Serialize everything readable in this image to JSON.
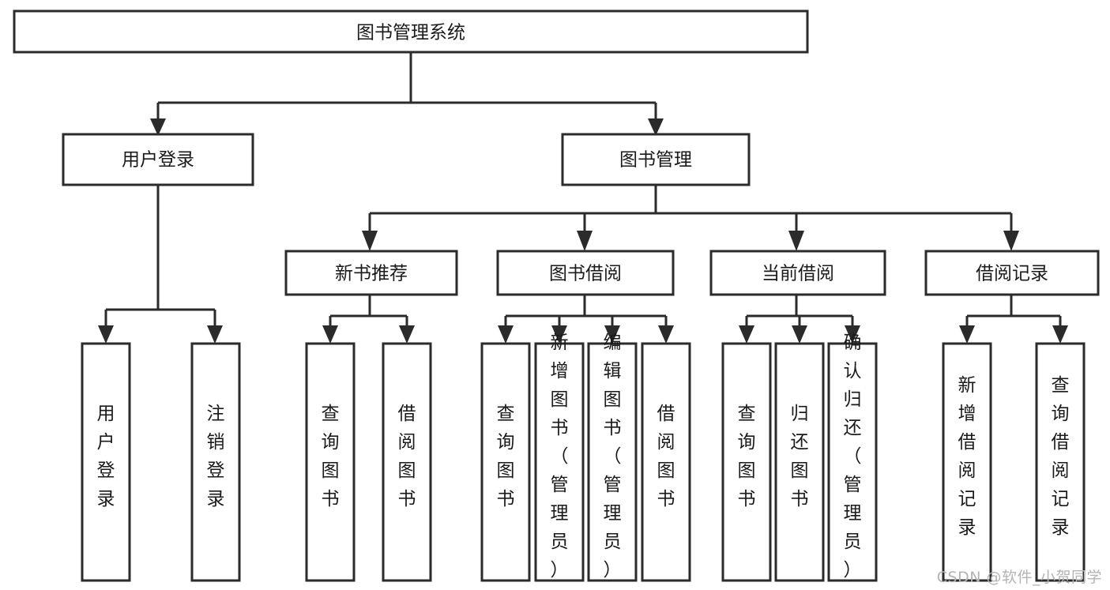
{
  "diagram": {
    "type": "tree-hierarchy",
    "title": "图书管理系统",
    "root": {
      "id": "root",
      "label": "图书管理系统",
      "orientation": "horizontal"
    },
    "level2": [
      {
        "id": "user-login",
        "label": "用户登录",
        "orientation": "horizontal"
      },
      {
        "id": "book-manage",
        "label": "图书管理",
        "orientation": "horizontal"
      }
    ],
    "level3": [
      {
        "id": "new-book-recommend",
        "label": "新书推荐",
        "orientation": "horizontal",
        "parent": "book-manage"
      },
      {
        "id": "book-borrow",
        "label": "图书借阅",
        "orientation": "horizontal",
        "parent": "book-manage"
      },
      {
        "id": "current-borrow",
        "label": "当前借阅",
        "orientation": "horizontal",
        "parent": "book-manage"
      },
      {
        "id": "borrow-record",
        "label": "借阅记录",
        "orientation": "horizontal",
        "parent": "book-manage"
      }
    ],
    "leaves": [
      {
        "id": "leaf-user-login",
        "label": "用户登录",
        "orientation": "vertical",
        "parent": "user-login"
      },
      {
        "id": "leaf-logout",
        "label": "注销登录",
        "orientation": "vertical",
        "parent": "user-login"
      },
      {
        "id": "leaf-query-book-1",
        "label": "查询图书",
        "orientation": "vertical",
        "parent": "new-book-recommend"
      },
      {
        "id": "leaf-borrow-book-1",
        "label": "借阅图书",
        "orientation": "vertical",
        "parent": "new-book-recommend"
      },
      {
        "id": "leaf-query-book-2",
        "label": "查询图书",
        "orientation": "vertical",
        "parent": "book-borrow"
      },
      {
        "id": "leaf-add-book",
        "label": "新增图书（管理员）",
        "orientation": "vertical",
        "parent": "book-borrow"
      },
      {
        "id": "leaf-edit-book",
        "label": "编辑图书（管理员）",
        "orientation": "vertical",
        "parent": "book-borrow"
      },
      {
        "id": "leaf-borrow-book-2",
        "label": "借阅图书",
        "orientation": "vertical",
        "parent": "book-borrow"
      },
      {
        "id": "leaf-query-book-3",
        "label": "查询图书",
        "orientation": "vertical",
        "parent": "current-borrow"
      },
      {
        "id": "leaf-return-book",
        "label": "归还图书",
        "orientation": "vertical",
        "parent": "current-borrow"
      },
      {
        "id": "leaf-confirm-return",
        "label": "确认归还（管理员）",
        "orientation": "vertical",
        "parent": "current-borrow"
      },
      {
        "id": "leaf-add-record",
        "label": "新增借阅记录",
        "orientation": "vertical",
        "parent": "borrow-record"
      },
      {
        "id": "leaf-query-record",
        "label": "查询借阅记录",
        "orientation": "vertical",
        "parent": "borrow-record"
      }
    ]
  },
  "watermark": {
    "text": "CSDN @软件_小贺同学"
  },
  "colors": {
    "stroke": "#2b2b2b",
    "fill": "#ffffff",
    "text": "#1a1a1a",
    "watermark": "#b4b4b4"
  }
}
